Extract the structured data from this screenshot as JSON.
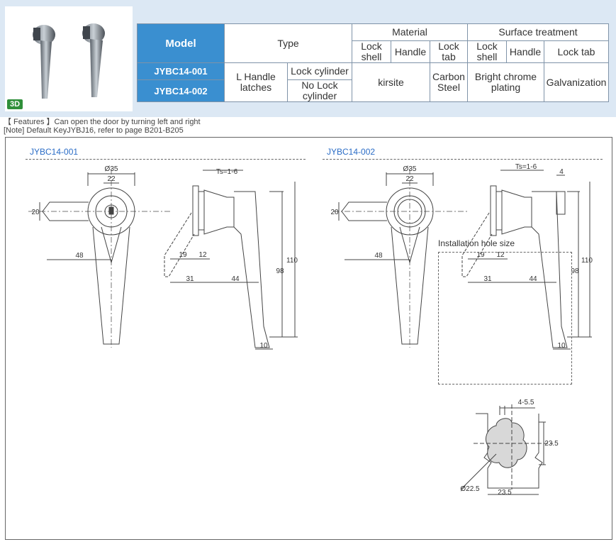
{
  "photo": {
    "badge": "3D"
  },
  "table": {
    "model_header": "Model",
    "type_header": "Type",
    "material_header": "Material",
    "surface_header": "Surface treatment",
    "material_subheaders": [
      "Lock shell",
      "Handle",
      "Lock tab"
    ],
    "surface_subheaders": [
      "Lock shell",
      "Handle",
      "Lock tab"
    ],
    "models": [
      "JYBC14-001",
      "JYBC14-002"
    ],
    "type_main": "L Handle latches",
    "type_variants": [
      "Lock cylinder",
      "No Lock cylinder"
    ],
    "material_shell_handle": "kirsite",
    "material_tab": "Carbon Steel",
    "surface_shell_handle": "Bright chrome plating",
    "surface_tab": "Galvanization"
  },
  "features": {
    "line1": "【 Features 】Can open the door by turning left and right",
    "line2": "[Note] Default KeyJYBJ16, refer to page B201-B205"
  },
  "drawings": {
    "left_title": "JYBC14-001",
    "right_title": "JYBC14-002",
    "dims": {
      "d35": "Ø35",
      "d22": "22",
      "d20": "20",
      "d48": "48",
      "ts": "Ts=1-6",
      "d19": "19",
      "d12": "12",
      "d31": "31",
      "d44": "44",
      "d98": "98",
      "d110": "110",
      "d10": "10",
      "d4": "4"
    },
    "install": {
      "label": "Installation hole size",
      "d45": "4-5.5",
      "d235v": "23.5",
      "d235h": "23.5",
      "d225": "Ø22.5"
    }
  }
}
